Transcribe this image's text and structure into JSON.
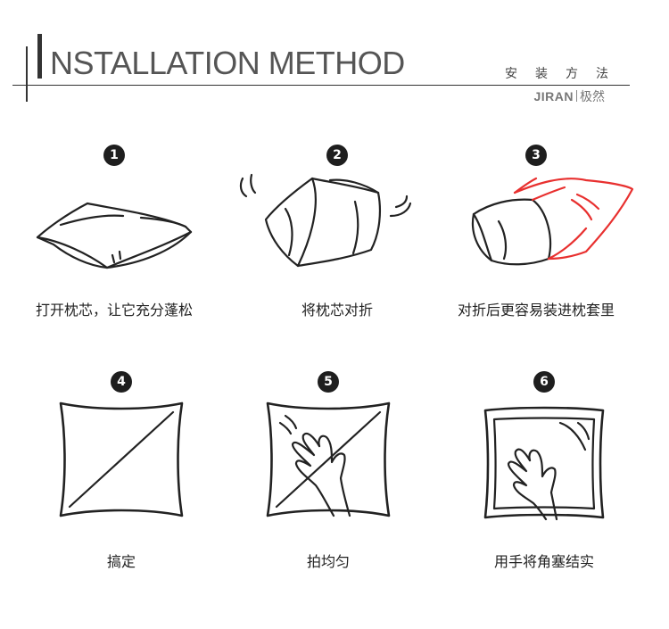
{
  "header": {
    "title_initial": "I",
    "title_rest": "NSTALLATION METHOD",
    "subtitle_cn": "安装方法",
    "brand_latin": "JIRAN",
    "brand_cn": "极然"
  },
  "colors": {
    "ink": "#222222",
    "badge": "#1e1e1e",
    "accent": "#e8302f"
  },
  "steps": [
    {
      "number": "1",
      "caption": "打开枕芯，让它充分蓬松"
    },
    {
      "number": "2",
      "caption": "将枕芯对折"
    },
    {
      "number": "3",
      "caption": "对折后更容易装进枕套里"
    },
    {
      "number": "4",
      "caption": "搞定"
    },
    {
      "number": "5",
      "caption": "拍均匀"
    },
    {
      "number": "6",
      "caption": "用手将角塞结实"
    }
  ]
}
